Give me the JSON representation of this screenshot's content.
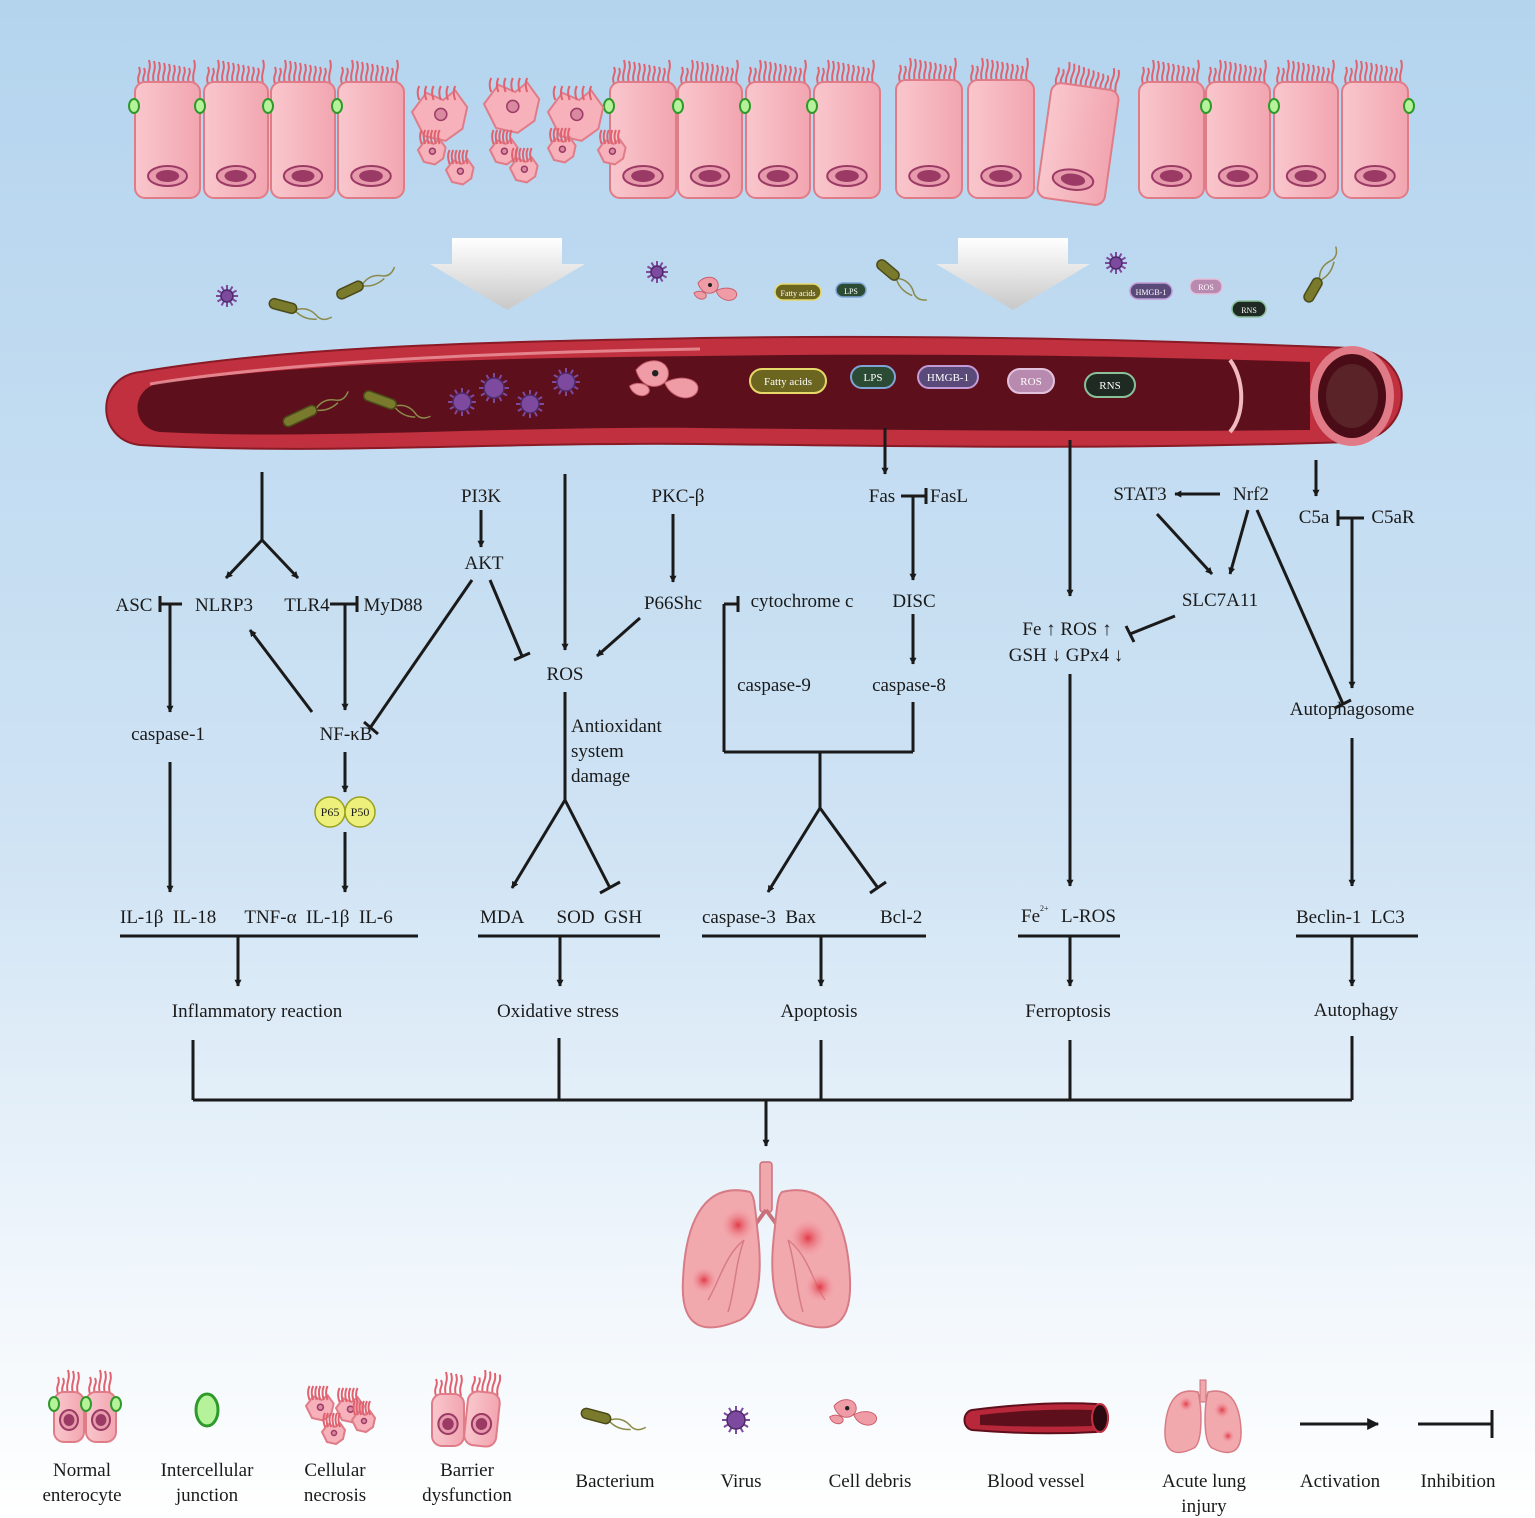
{
  "nodes": {
    "pi3k": "PI3K",
    "akt": "AKT",
    "pkc": "PKC-β",
    "p66shc": "P66Shc",
    "ros_mid": "ROS",
    "asc": "ASC",
    "nlrp3": "NLRP3",
    "tlr4": "TLR4",
    "myd88": "MyD88",
    "caspase1": "caspase-1",
    "nfkb": "NF-κB",
    "p65": "P65",
    "p50": "P50",
    "antiox1": "Antioxidant",
    "antiox2": "system",
    "antiox3": "damage",
    "fas": "Fas",
    "fasl": "FasL",
    "disc": "DISC",
    "cytc": "cytochrome c",
    "caspase9": "caspase-9",
    "caspase8": "caspase-8",
    "stat3": "STAT3",
    "nrf2": "Nrf2",
    "slc7a11": "SLC7A11",
    "fe_ros": "Fe ↑  ROS ↑",
    "gsh_gpx4": "GSH ↓  GPx4 ↓",
    "c5a": "C5a",
    "c5ar": "C5aR",
    "autophagosome": "Autophagosome"
  },
  "markers": {
    "inflam": "IL-1β  IL-18      TNF-α  IL-1β  IL-6",
    "oxid": "MDA       SOD  GSH",
    "apop_left": "caspase-3  Bax",
    "apop_right": "Bcl-2",
    "ferro_fe": "Fe",
    "ferro_sup": "2+",
    "ferro_lros": "L-ROS",
    "autoph": "Beclin-1  LC3"
  },
  "outcomes": {
    "inflammatory": "Inflammatory reaction",
    "oxidative": "Oxidative stress",
    "apoptosis": "Apoptosis",
    "ferroptosis": "Ferroptosis",
    "autophagy": "Autophagy"
  },
  "pills": {
    "fatty_acids": "Fatty acids",
    "lps": "LPS",
    "hmgb1": "HMGB-1",
    "ros": "ROS",
    "rns": "RNS"
  },
  "legend": {
    "normal_1": "Normal",
    "normal_2": "enterocyte",
    "junction_1": "Intercellular",
    "junction_2": "junction",
    "necrosis_1": "Cellular",
    "necrosis_2": "necrosis",
    "barrier_1": "Barrier",
    "barrier_2": "dysfunction",
    "bacterium": "Bacterium",
    "virus": "Virus",
    "debris": "Cell debris",
    "vessel": "Blood vessel",
    "ali_1": "Acute lung",
    "ali_2": "injury",
    "activation": "Activation",
    "inhibition": "Inhibition"
  },
  "colors": {
    "cell_fill": "#f7b8c0",
    "cell_stroke": "#e07c88",
    "nucleus": "#9b3a64",
    "junction": "#5cc84a",
    "vessel_outer": "#b8283a",
    "vessel_inner": "#5e0f1c",
    "virus": "#7d4aa0",
    "bacterium": "#7a7a2c",
    "p65_p50": "#eef07c",
    "lung": "#f2a9ae",
    "line": "#1a1a1a"
  }
}
